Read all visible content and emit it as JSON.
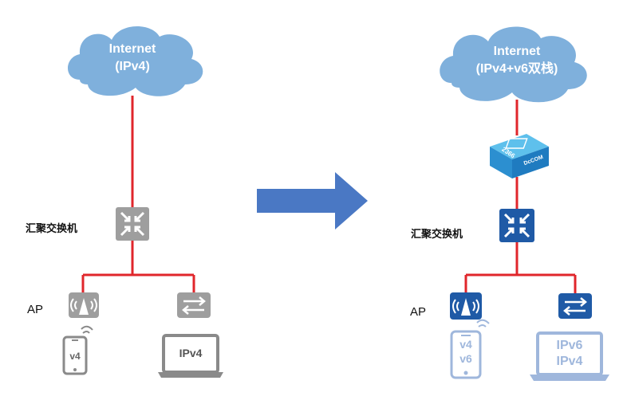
{
  "left": {
    "cloud": {
      "line1": "Internet",
      "line2": "(IPv4)"
    },
    "switch_label": "汇聚交换机",
    "ap_label": "AP",
    "phone_text": "v4",
    "laptop_text": "IPv4"
  },
  "right": {
    "cloud": {
      "line1": "Internet",
      "line2": "(IPv4+v6双栈)"
    },
    "router_text": {
      "line1": "2366",
      "line2": "DcCOM"
    },
    "switch_label": "汇聚交换机",
    "ap_label": "AP",
    "phone_text": {
      "line1": "v4",
      "line2": "v6"
    },
    "laptop_text": {
      "line1": "IPv6",
      "line2": "IPv4"
    }
  },
  "colors": {
    "link": "#e0262b",
    "cloud": "#7fb0dc",
    "arrow": "#4a78c4",
    "left_device": "#9e9e9e",
    "right_device": "#1f5aa6",
    "right_endpoint": "#9fb7dc"
  }
}
